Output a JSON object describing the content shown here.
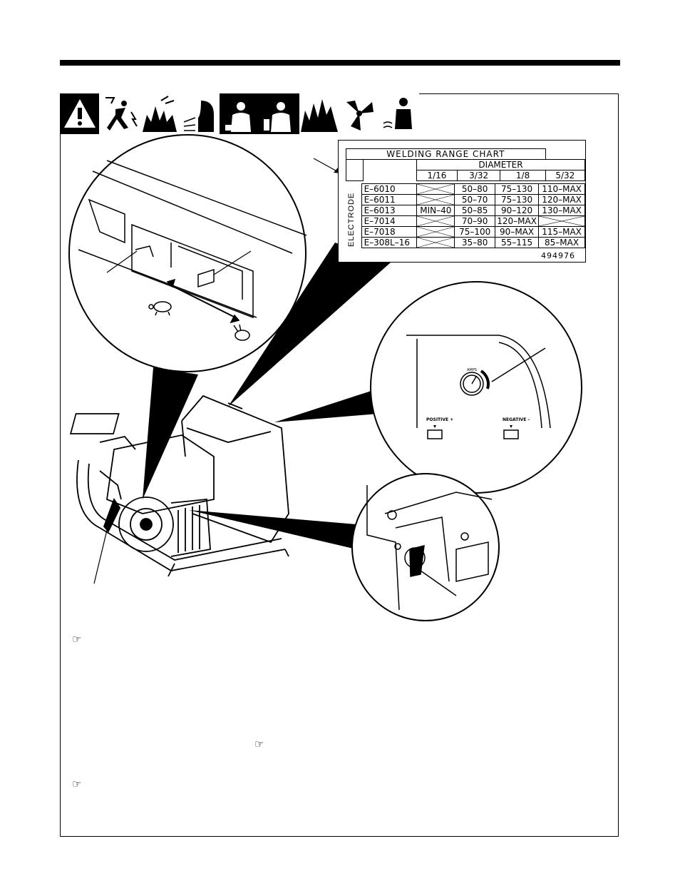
{
  "chart": {
    "title": "WELDING RANGE CHART",
    "diameter_label": "DIAMETER",
    "axis_label": "ELECTRODE",
    "diameters": [
      "1/16",
      "3/32",
      "1/8",
      "5/32"
    ],
    "rows": [
      {
        "electrode": "E–6010",
        "values": [
          "X",
          "50–80",
          "75–130",
          "110–MAX"
        ]
      },
      {
        "electrode": "E–6011",
        "values": [
          "X",
          "50–70",
          "75–130",
          "120–MAX"
        ]
      },
      {
        "electrode": "E–6013",
        "values": [
          "MIN–40",
          "50–85",
          "90–120",
          "130–MAX"
        ]
      },
      {
        "electrode": "E–7014",
        "values": [
          "X",
          "70–90",
          "120–MAX",
          "X"
        ]
      },
      {
        "electrode": "E–7018",
        "values": [
          "X",
          "75–100",
          "90–MAX",
          "115–MAX"
        ]
      },
      {
        "electrode": "E–308L–16",
        "values": [
          "X",
          "35–80",
          "55–115",
          "85–MAX"
        ]
      }
    ],
    "part_number": "494976"
  },
  "panel": {
    "amps_label": "AMPS",
    "positive_label": "POSITIVE +",
    "negative_label": "NEGATIVE –"
  },
  "icons": [
    "warning-icon",
    "electric-shock-icon",
    "explosion-icon",
    "arc-rays-icon",
    "fumes-icon",
    "fumes-gas-icon",
    "fire-icon",
    "moving-parts-icon",
    "hot-parts-icon"
  ],
  "notes": [
    "☞",
    "☞",
    "☞"
  ],
  "colors": {
    "ink": "#000000",
    "paper": "#ffffff"
  }
}
